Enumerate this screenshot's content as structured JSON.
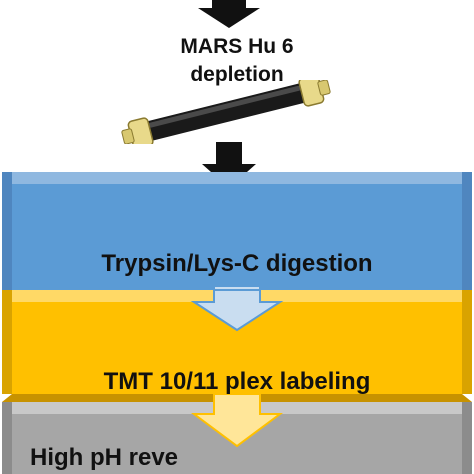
{
  "depletion": {
    "line1": "MARS Hu 6",
    "line2": "depletion"
  },
  "steps": [
    {
      "label": "Trypsin/Lys-C digestion",
      "color": "#5b9bd5"
    },
    {
      "label": "TMT 10/11 plex labeling",
      "color": "#ffc000"
    },
    {
      "label": "High pH reve",
      "color": "#a6a6a6"
    }
  ],
  "colors": {
    "arrow": "#111111",
    "arrow_light": "#c9ddf0",
    "column_body": "#1a1a1a",
    "column_cap": "#e8d98a"
  },
  "icons": [
    "down-arrow-icon",
    "depletion-column-icon",
    "down-arrow-outline-icon"
  ]
}
